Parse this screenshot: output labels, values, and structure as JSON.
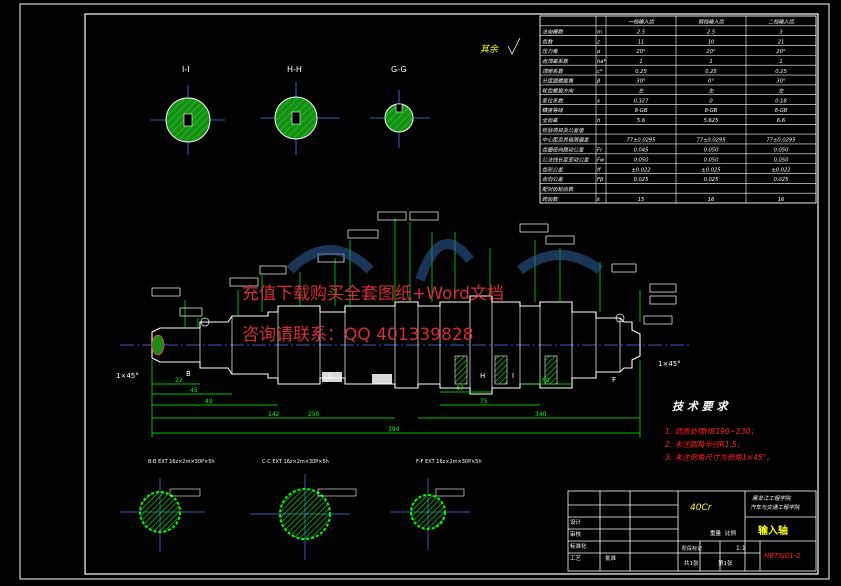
{
  "watermark": {
    "line1": "充值下载购买全套图纸+Word文档",
    "line2": "咨询请联系：QQ 401339828"
  },
  "views": {
    "section_ii": "I-I",
    "section_hh": "H-H",
    "section_gg": "G-G",
    "other_label": "其余",
    "spline_bb": "B-B EXT 16z×2m×30P×5h",
    "spline_cc": "C-C EXT 16z×2m×30P×5h",
    "spline_ff": "F-F EXT 16z×2m×30P×5h"
  },
  "tech_requirements": {
    "title": "技 术 要 求",
    "items": [
      "1. 调质处理HB190~230；",
      "2. 未注圆角半径R1.5；",
      "3. 未注倒角尺寸为倒角1×45°。"
    ]
  },
  "gear_table": {
    "headers": [
      "",
      "",
      "一档输入齿",
      "倒档输入齿",
      "二档输入齿"
    ],
    "rows": [
      [
        "法向模数",
        "m",
        "2.5",
        "2.5",
        "3"
      ],
      [
        "齿数",
        "z",
        "11",
        "10",
        "21"
      ],
      [
        "压力角",
        "α",
        "20°",
        "20°",
        "20°"
      ],
      [
        "齿顶高系数",
        "ha*",
        "1",
        "1",
        "1"
      ],
      [
        "顶隙系数",
        "c*",
        "0.25",
        "0.25",
        "0.25"
      ],
      [
        "分度圆螺旋角",
        "β",
        "30°",
        "0°",
        "30°"
      ],
      [
        "轮齿螺旋方向",
        "",
        "左",
        "左",
        "左"
      ],
      [
        "变位系数",
        "x",
        "0.327",
        "0",
        "0.18"
      ],
      [
        "精度等级",
        "",
        "8-GB",
        "8-GB",
        "8-GB"
      ],
      [
        "全齿高",
        "h",
        "5.6",
        "5.625",
        "6.6"
      ],
      [
        "检验项目及公差值",
        "",
        "",
        "",
        ""
      ],
      [
        "中心距及其极限偏差",
        "",
        "77±0.0295",
        "77±0.0295",
        "77±0.0295"
      ],
      [
        "齿圈径向跳动公差",
        "Fr",
        "0.045",
        "0.050",
        "0.050"
      ],
      [
        "公法线长度变动公差",
        "Fw",
        "0.050",
        "0.050",
        "0.050"
      ],
      [
        "齿形公差",
        "ff",
        "±0.022",
        "±0.025",
        "±0.022"
      ],
      [
        "齿向公差",
        "Fβ",
        "0.025",
        "0.025",
        "0.025"
      ],
      [
        "配对齿轮齿数",
        "",
        "",
        "",
        ""
      ],
      [
        "跨齿数",
        "k",
        "15",
        "16",
        "16"
      ]
    ]
  },
  "title_block": {
    "material": "40Cr",
    "school": "黑龙江工程学院",
    "dept": "汽车与交通工程学院",
    "part_name": "输入轴",
    "drawing_no": "HBTSJ01-2",
    "scale_label": "比例",
    "scale": "1:1",
    "weight_label": "重量",
    "sheet_label": "共1张",
    "sheet_of": "第1张",
    "designer": "设计",
    "checker": "审核",
    "process": "工艺",
    "approve": "批准",
    "standard": "标准化",
    "stage": "阶段标记"
  },
  "dimensions": {
    "chamfer_left": "1×45°",
    "chamfer_right": "1×45°",
    "total_length": "394",
    "d1": "22",
    "d2": "45",
    "d3": "49",
    "d4": "142",
    "d5": "250",
    "d6": "47",
    "d7": "75",
    "d8": "60",
    "d9": "340",
    "sec_b": "B",
    "sec_c": "C",
    "sec_h": "H",
    "sec_i": "I",
    "sec_f": "F"
  }
}
